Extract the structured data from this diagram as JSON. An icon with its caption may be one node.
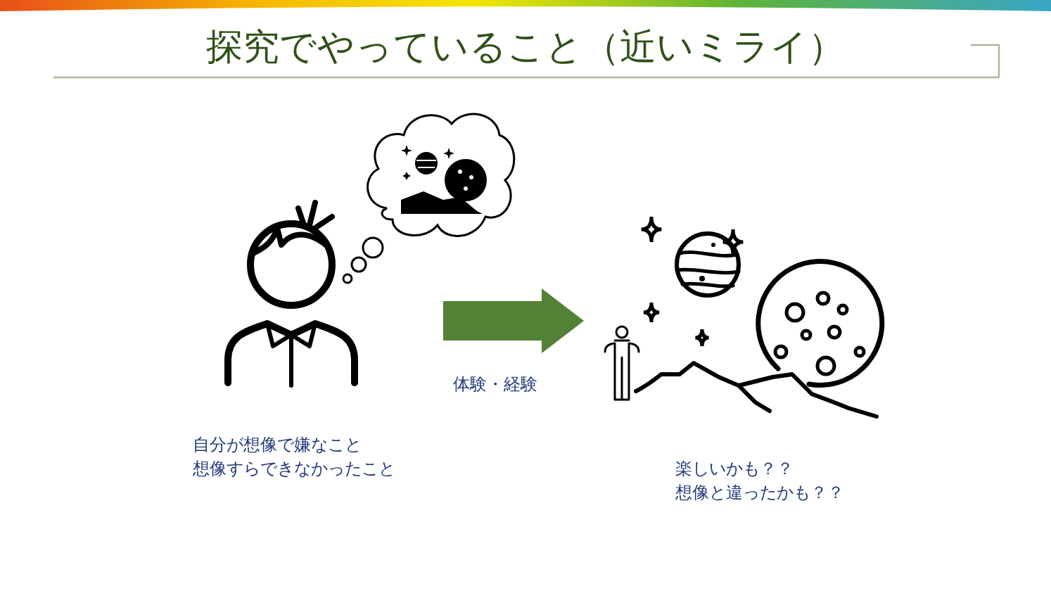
{
  "diagram": {
    "title": "探究でやっていること（近いミライ）",
    "nodes": [
      {
        "text": [],
        "shape": "person",
        "beside": [
          "自分が想像で嫌なこと",
          "想像すらできなかったこと"
        ]
      },
      {
        "text": [],
        "shape": "cloud"
      },
      {
        "text": [],
        "shape": "picture",
        "beside": [
          "楽しいかも？？",
          "想像と違ったかも？？"
        ]
      }
    ],
    "edges": [
      {
        "from": 0,
        "to": 2,
        "arrow": "to",
        "label": "体験・経験",
        "style": "thick",
        "color": "#538135"
      }
    ]
  }
}
